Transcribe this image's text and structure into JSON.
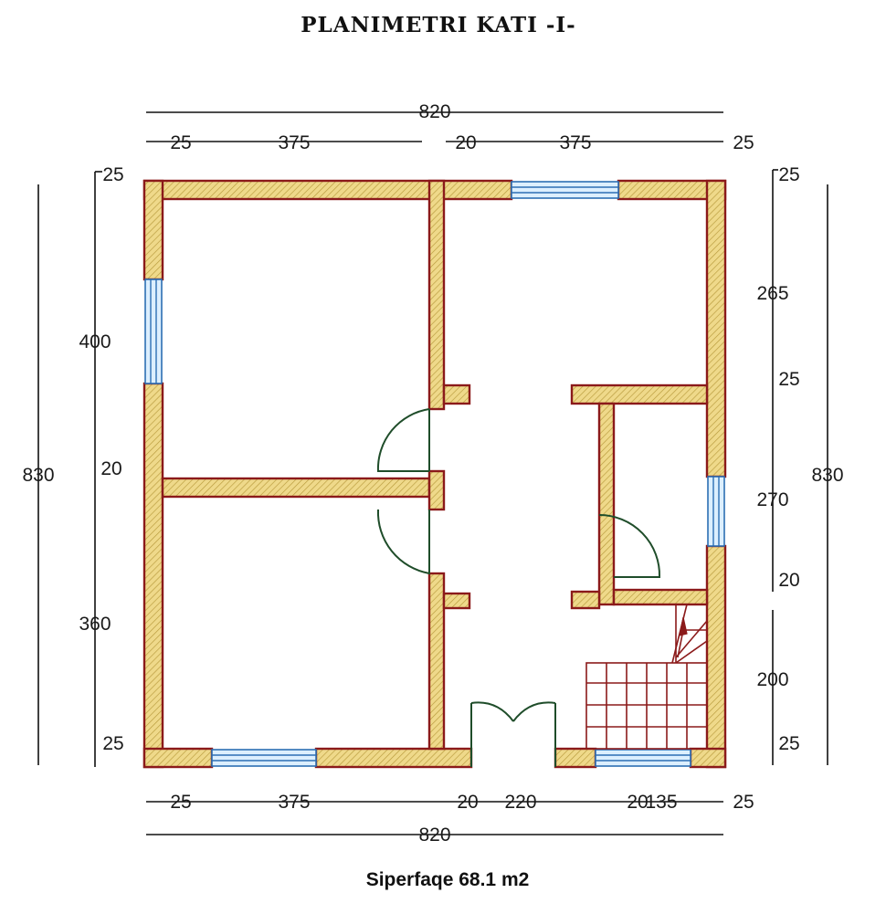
{
  "title": "PLANIMETRI KATI -I-",
  "area_label": "Siperfaqe 68.1 m2",
  "dimensions": {
    "top_total": "820",
    "top_parts": [
      "25",
      "375",
      "20",
      "375",
      "25"
    ],
    "bottom_total": "820",
    "bottom_parts": [
      "25",
      "375",
      "20",
      "220",
      "20",
      "135",
      "25"
    ],
    "left_total": "830",
    "left_parts": [
      "25",
      "400",
      "20",
      "360",
      "25"
    ],
    "right_total": "830",
    "right_parts": [
      "25",
      "265",
      "25",
      "270",
      "20",
      "200",
      "25"
    ]
  },
  "colors": {
    "wall_fill": "#efd98a",
    "wall_outline": "#8b1a1a",
    "window": "#2c6fb3",
    "door": "#1f4d2a"
  }
}
